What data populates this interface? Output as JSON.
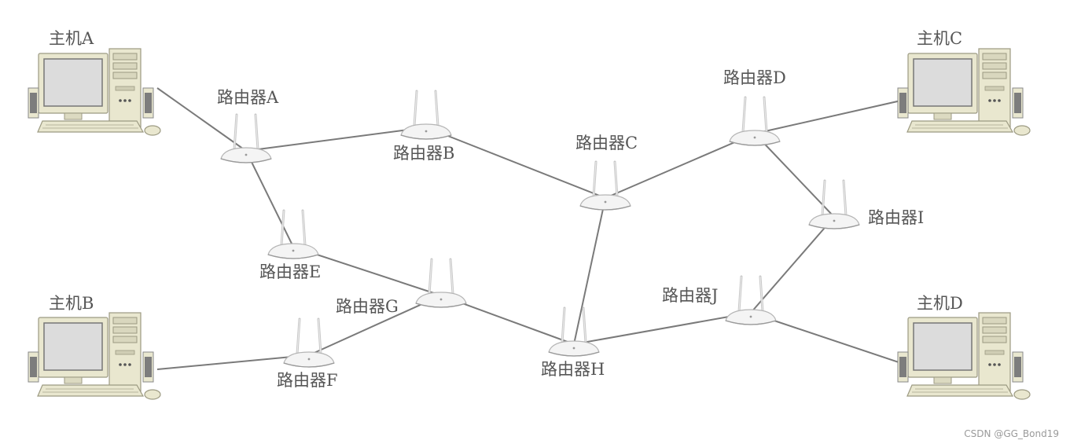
{
  "diagram": {
    "hosts": [
      {
        "id": "hostA",
        "label": "主机A"
      },
      {
        "id": "hostB",
        "label": "主机B"
      },
      {
        "id": "hostC",
        "label": "主机C"
      },
      {
        "id": "hostD",
        "label": "主机D"
      }
    ],
    "routers": [
      {
        "id": "rA",
        "label": "路由器A"
      },
      {
        "id": "rB",
        "label": "路由器B"
      },
      {
        "id": "rC",
        "label": "路由器C"
      },
      {
        "id": "rD",
        "label": "路由器D"
      },
      {
        "id": "rE",
        "label": "路由器E"
      },
      {
        "id": "rF",
        "label": "路由器F"
      },
      {
        "id": "rG",
        "label": "路由器G"
      },
      {
        "id": "rH",
        "label": "路由器H"
      },
      {
        "id": "rI",
        "label": "路由器I"
      },
      {
        "id": "rJ",
        "label": "路由器J"
      }
    ],
    "links": [
      [
        "hostA",
        "rA"
      ],
      [
        "rA",
        "rB"
      ],
      [
        "rA",
        "rE"
      ],
      [
        "rB",
        "rC"
      ],
      [
        "rC",
        "rD"
      ],
      [
        "rC",
        "rH"
      ],
      [
        "rD",
        "hostC"
      ],
      [
        "rD",
        "rI"
      ],
      [
        "rI",
        "rJ"
      ],
      [
        "rE",
        "rG"
      ],
      [
        "rG",
        "rF"
      ],
      [
        "rF",
        "hostB"
      ],
      [
        "rG",
        "rH"
      ],
      [
        "rH",
        "rJ"
      ],
      [
        "rJ",
        "hostD"
      ]
    ],
    "colors": {
      "link": "#7a7a7a",
      "label": "#555555",
      "computer_body": "#e9e7cf",
      "router_body": "#f4f4f4"
    }
  },
  "watermark": "CSDN @GG_Bond19"
}
